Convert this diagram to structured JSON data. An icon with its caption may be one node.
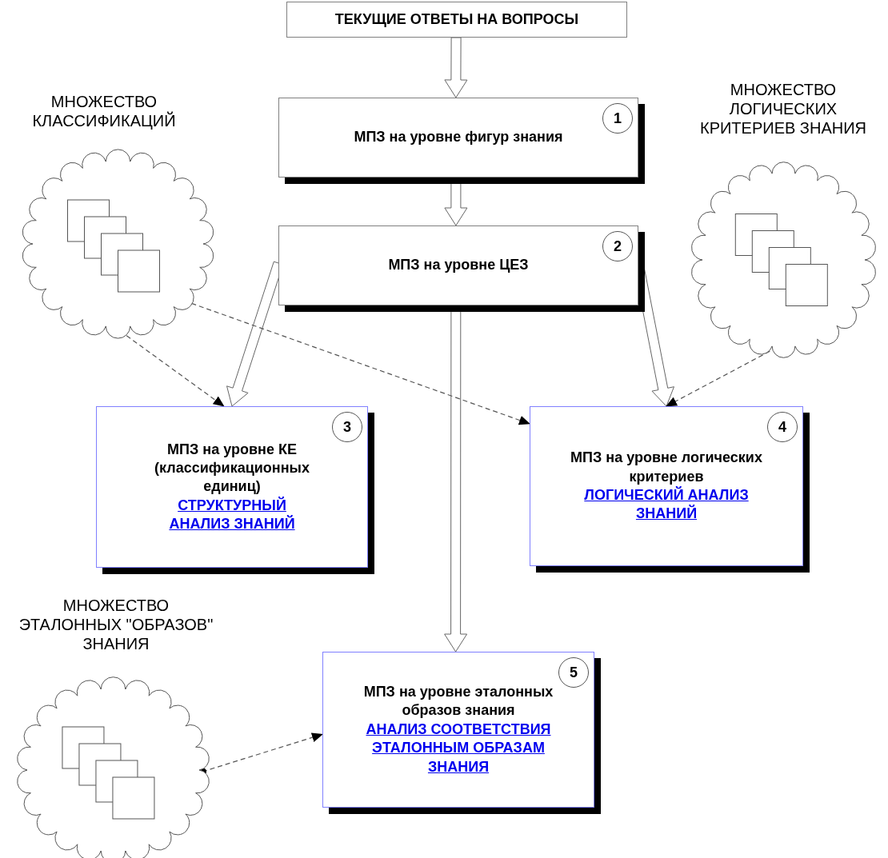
{
  "diagram": {
    "nodes": [
      {
        "text": [
          "ТЕКУЩИЕ ОТВЕТЫ НА ВОПРОСЫ"
        ]
      },
      {
        "text": [
          "1",
          "МПЗ на уровне фигур знания"
        ]
      },
      {
        "text": [
          "2",
          "МПЗ на уровне ЦЕЗ"
        ]
      },
      {
        "text": [
          "МНОЖЕСТВО КЛАССИФИКАЦИЙ"
        ]
      },
      {
        "text": [
          "МНОЖЕСТВО ЛОГИЧЕСКИХ КРИТЕРИЕВ ЗНАНИЯ"
        ]
      },
      {
        "text": [
          "3",
          "МПЗ на уровне КЕ (классификационных единиц)",
          "СТРУКТУРНЫЙ АНАЛИЗ ЗНАНИЙ"
        ]
      },
      {
        "text": [
          "4",
          "МПЗ на уровне логических критериев",
          "ЛОГИЧЕСКИЙ АНАЛИЗ ЗНАНИЙ"
        ]
      },
      {
        "text": [
          "МНОЖЕСТВО ЭТАЛОННЫХ \"ОБРАЗОВ\" ЗНАНИЯ"
        ]
      },
      {
        "text": [
          "5",
          "МПЗ на уровне эталонных образов знания",
          "АНАЛИЗ СООТВЕТСТВИЯ ЭТАЛОННЫМ ОБРАЗАМ ЗНАНИЯ"
        ]
      }
    ],
    "edges": [
      {
        "from": 0,
        "to": 1,
        "arrow": "to"
      },
      {
        "from": 1,
        "to": 2,
        "arrow": "to"
      },
      {
        "from": 2,
        "to": 5,
        "arrow": "to"
      },
      {
        "from": 2,
        "to": 6,
        "arrow": "to"
      },
      {
        "from": 2,
        "to": 8,
        "arrow": "to"
      },
      {
        "from": 3,
        "to": 5,
        "arrow": "to",
        "style": "dashed"
      },
      {
        "from": 3,
        "to": 6,
        "arrow": "to",
        "style": "dashed"
      },
      {
        "from": 4,
        "to": 6,
        "arrow": "to",
        "style": "dashed"
      },
      {
        "from": 7,
        "to": 8,
        "arrow": "to",
        "style": "dashed"
      }
    ]
  }
}
